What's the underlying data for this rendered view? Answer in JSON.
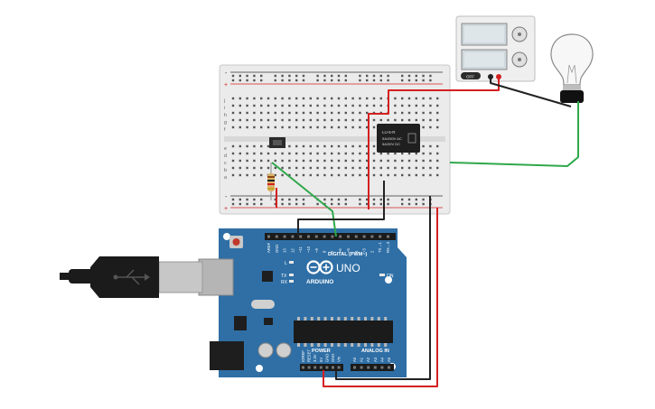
{
  "arduino": {
    "brand": "ARDUINO",
    "model": "UNO",
    "digital_label": "DIGITAL (PWM~)",
    "power_label": "POWER",
    "analog_label": "ANALOG IN",
    "on_label": "ON",
    "led_labels": [
      "L",
      "TX",
      "RX"
    ],
    "digital_pins": [
      "AREF",
      "GND",
      "13",
      "12",
      "~11",
      "~10",
      "~9",
      "8",
      "7",
      "~6",
      "~5",
      "4",
      "~3",
      "2",
      "TX→1",
      "RX←0"
    ],
    "power_pins": [
      "IOREF",
      "RESET",
      "3.3V",
      "5V",
      "GND",
      "GND",
      "Vin"
    ],
    "analog_pins": [
      "A0",
      "A1",
      "A2",
      "A3",
      "A4",
      "A5"
    ]
  },
  "breadboard": {
    "row_letters_top": [
      "j",
      "i",
      "h",
      "g",
      "f"
    ],
    "row_letters_bottom": [
      "e",
      "d",
      "c",
      "b",
      "a"
    ],
    "columns": 30,
    "rail_minus": "-",
    "rail_plus": "+"
  },
  "relay": {
    "line1": "LU-5-R",
    "line2": "5A/250V AC",
    "line3": "5A/30V DC"
  },
  "power_supply": {
    "mode_label": "OFF"
  },
  "wire_colors": {
    "red": "#d42020",
    "black": "#222222",
    "green": "#2fa84a"
  },
  "board_color": "#2f6fa6",
  "breadboard_color": "#e9e9e9"
}
